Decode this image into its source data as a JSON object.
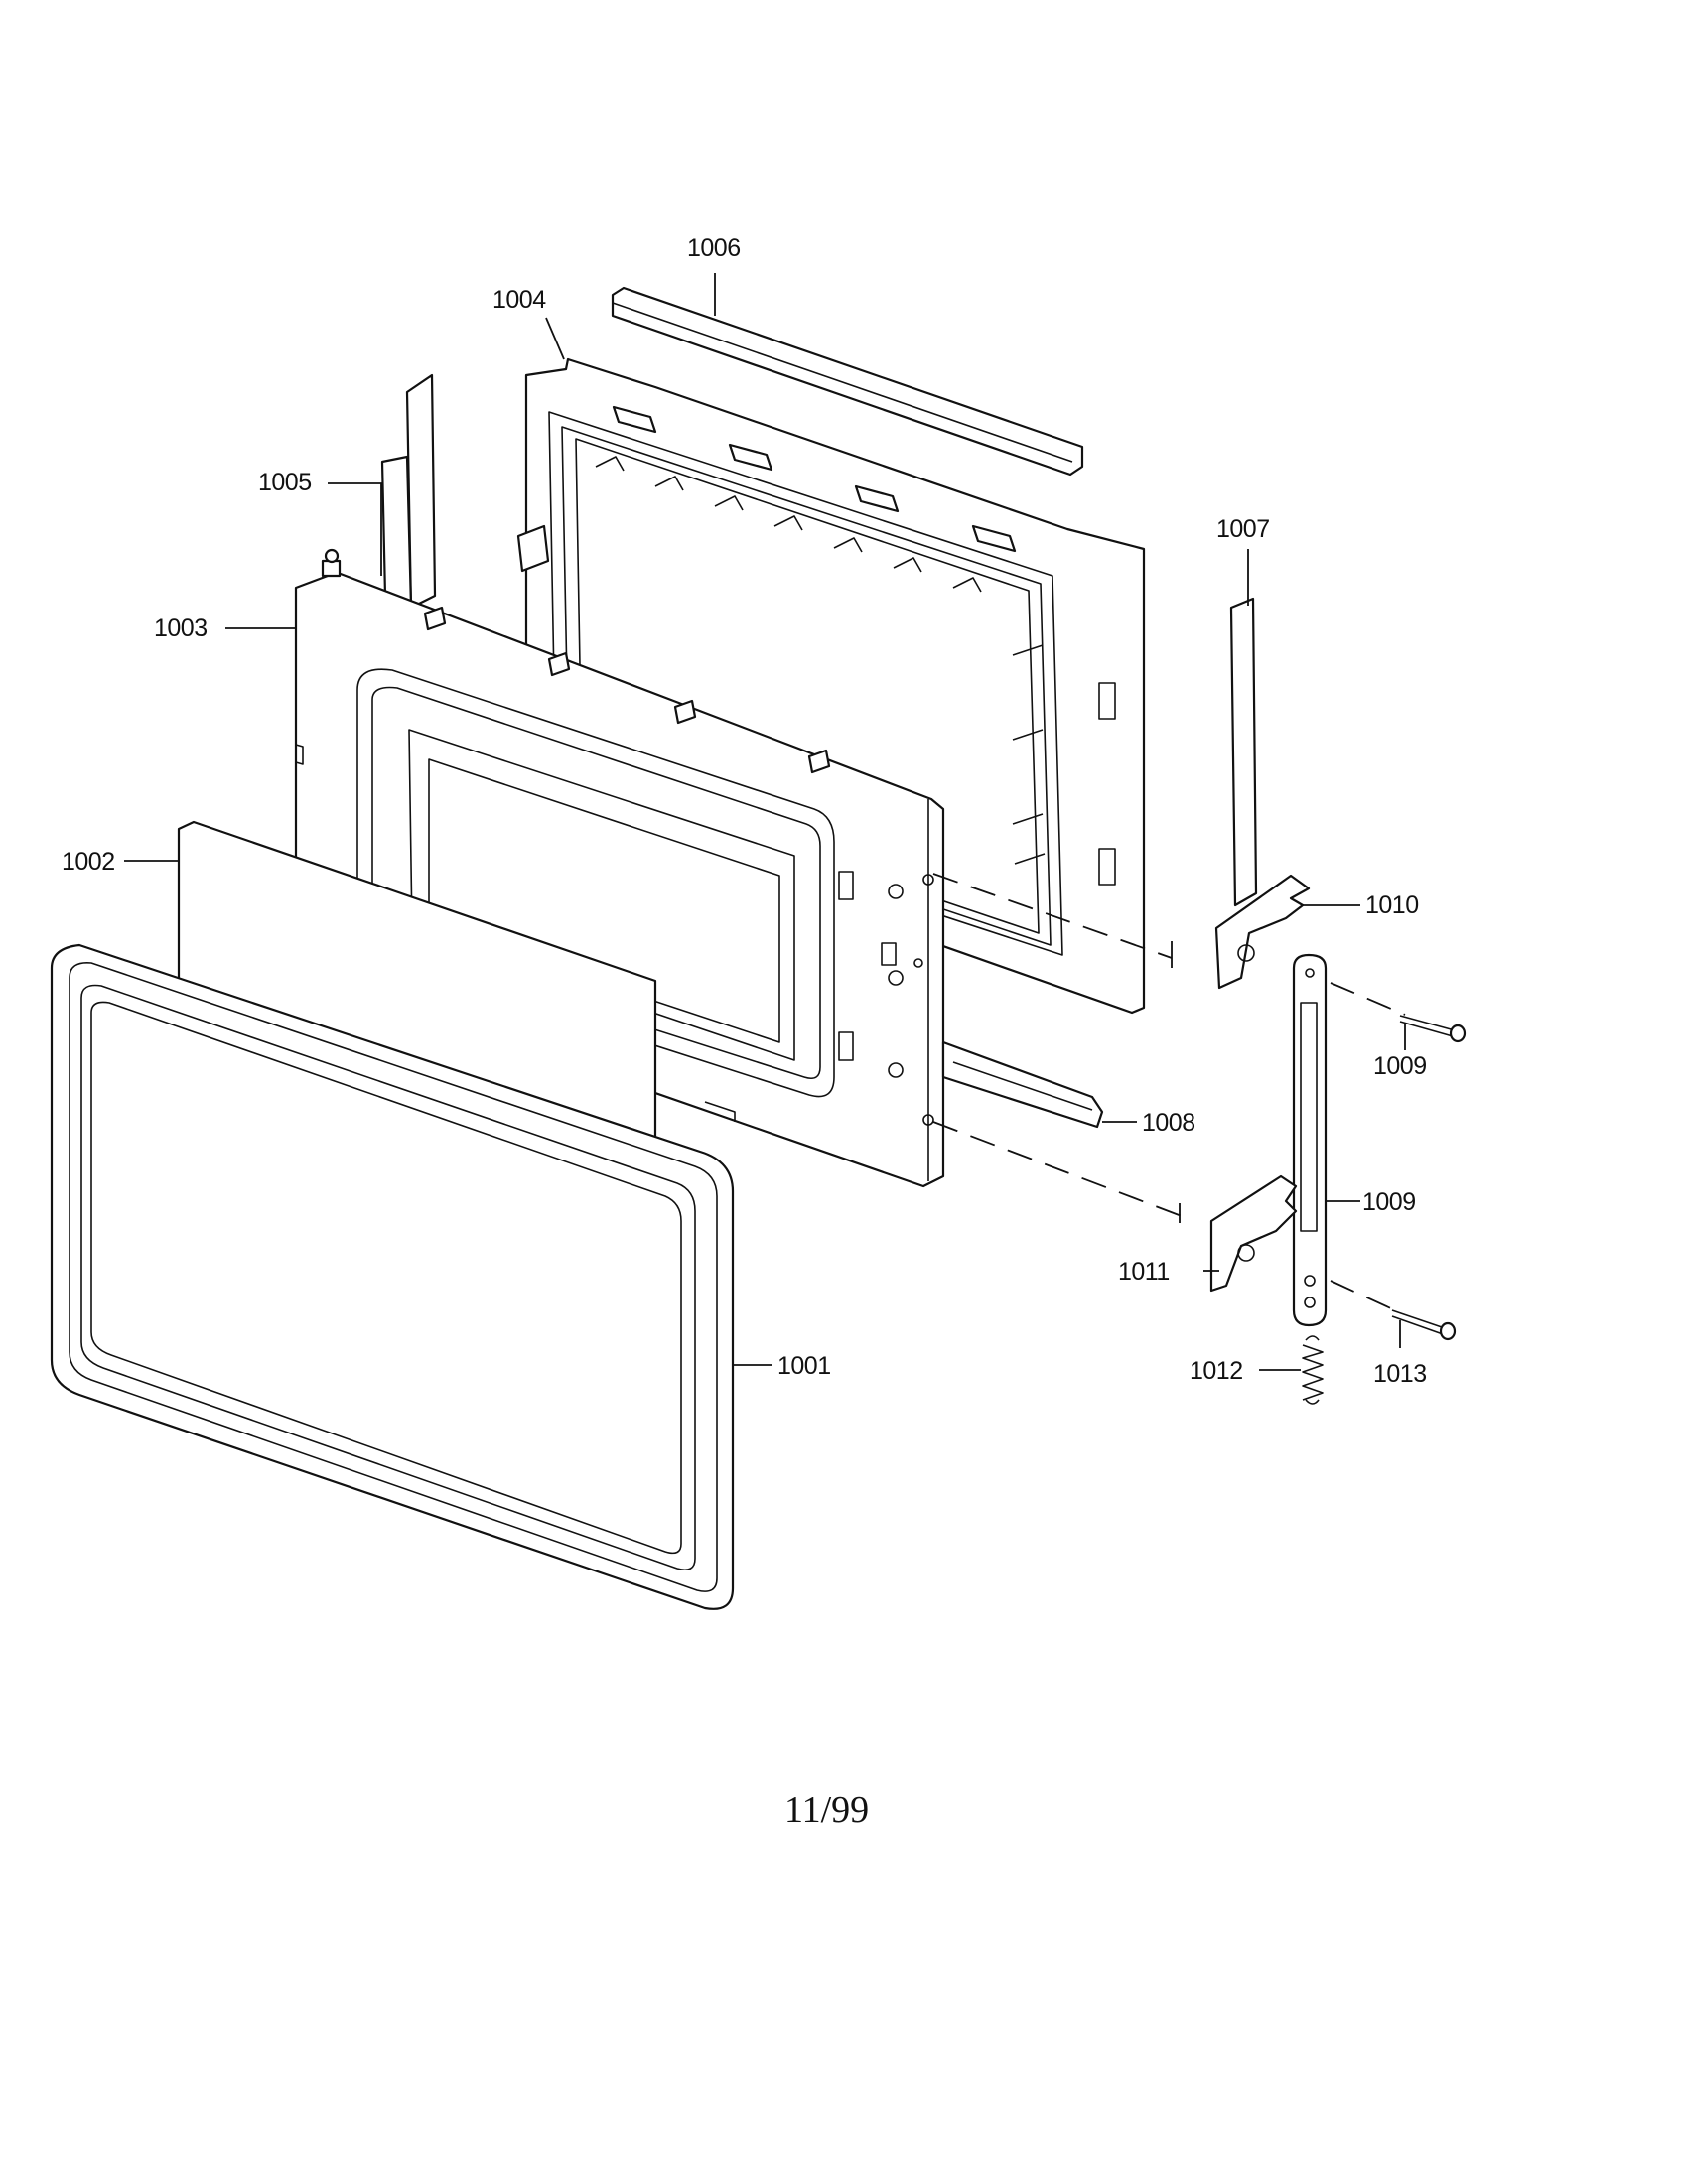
{
  "diagram": {
    "parts": [
      {
        "id": "p1001",
        "label": "1001"
      },
      {
        "id": "p1002",
        "label": "1002"
      },
      {
        "id": "p1003",
        "label": "1003"
      },
      {
        "id": "p1004",
        "label": "1004"
      },
      {
        "id": "p1005",
        "label": "1005"
      },
      {
        "id": "p1006",
        "label": "1006"
      },
      {
        "id": "p1007",
        "label": "1007"
      },
      {
        "id": "p1008",
        "label": "1008"
      },
      {
        "id": "p1009a",
        "label": "1009"
      },
      {
        "id": "p1009b",
        "label": "1009"
      },
      {
        "id": "p1010",
        "label": "1010"
      },
      {
        "id": "p1011",
        "label": "1011"
      },
      {
        "id": "p1012",
        "label": "1012"
      },
      {
        "id": "p1013",
        "label": "1013"
      }
    ]
  },
  "footer": {
    "page_number": "11/99"
  }
}
